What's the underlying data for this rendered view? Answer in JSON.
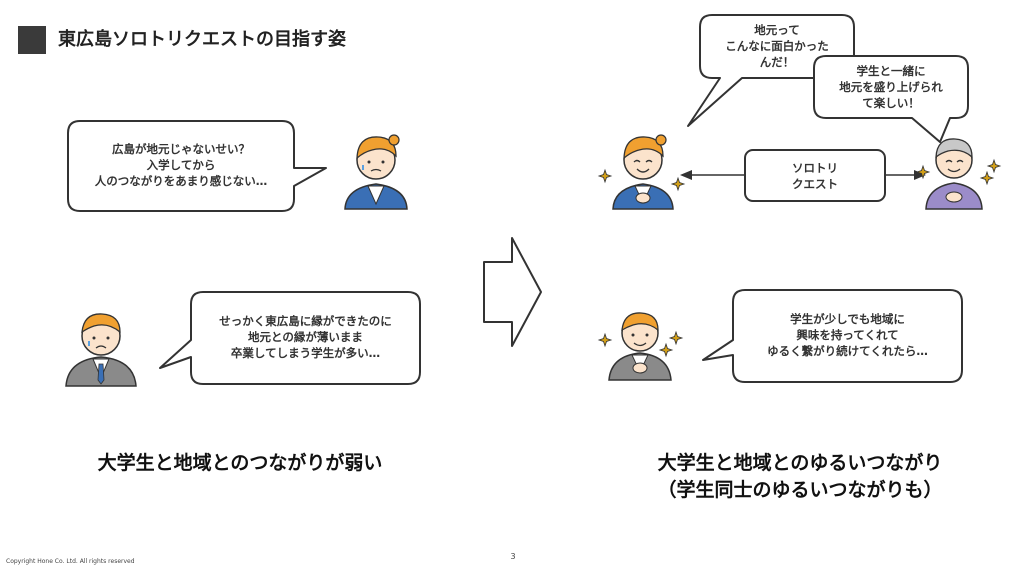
{
  "slide": {
    "title": "東広島ソロトリクエストの目指す姿",
    "page_number": "3",
    "copyright": "Copyright Hone Co. Ltd.  All rights reserved"
  },
  "left": {
    "bubble1": [
      "広島が地元じゃないせい？",
      "入学してから",
      "人のつながりをあまり感じない…"
    ],
    "bubble2": [
      "せっかく東広島に縁ができたのに",
      "地元との縁が薄いまま",
      "卒業してしまう学生が多い…"
    ],
    "caption": "大学生と地域とのつながりが弱い"
  },
  "right": {
    "bubble_top_left": [
      "地元って",
      "こんなに面白かった",
      "んだ！"
    ],
    "bubble_top_right": [
      "学生と一緒に",
      "地元を盛り上げられ",
      "て楽しい！"
    ],
    "center_box": [
      "ソロトリ",
      "クエスト"
    ],
    "bubble_bottom": [
      "学生が少しでも地域に",
      "興味を持ってくれて",
      "ゆるく繋がり続けてくれたら…"
    ],
    "caption": [
      "大学生と地域とのゆるいつながり",
      "（学生同士のゆるいつながりも）"
    ]
  },
  "colors": {
    "bubble_stroke": "#333333",
    "student_jacket": "#3a6fb5",
    "man_jacket": "#8a8a8a",
    "elder_shirt": "#9b8cc9",
    "hair_orange": "#f0a030",
    "skin": "#fbe3cc",
    "sparkle": "#d4a017"
  },
  "icons": [
    "right-arrow-icon",
    "double-arrow-icon",
    "sparkle-icon"
  ]
}
